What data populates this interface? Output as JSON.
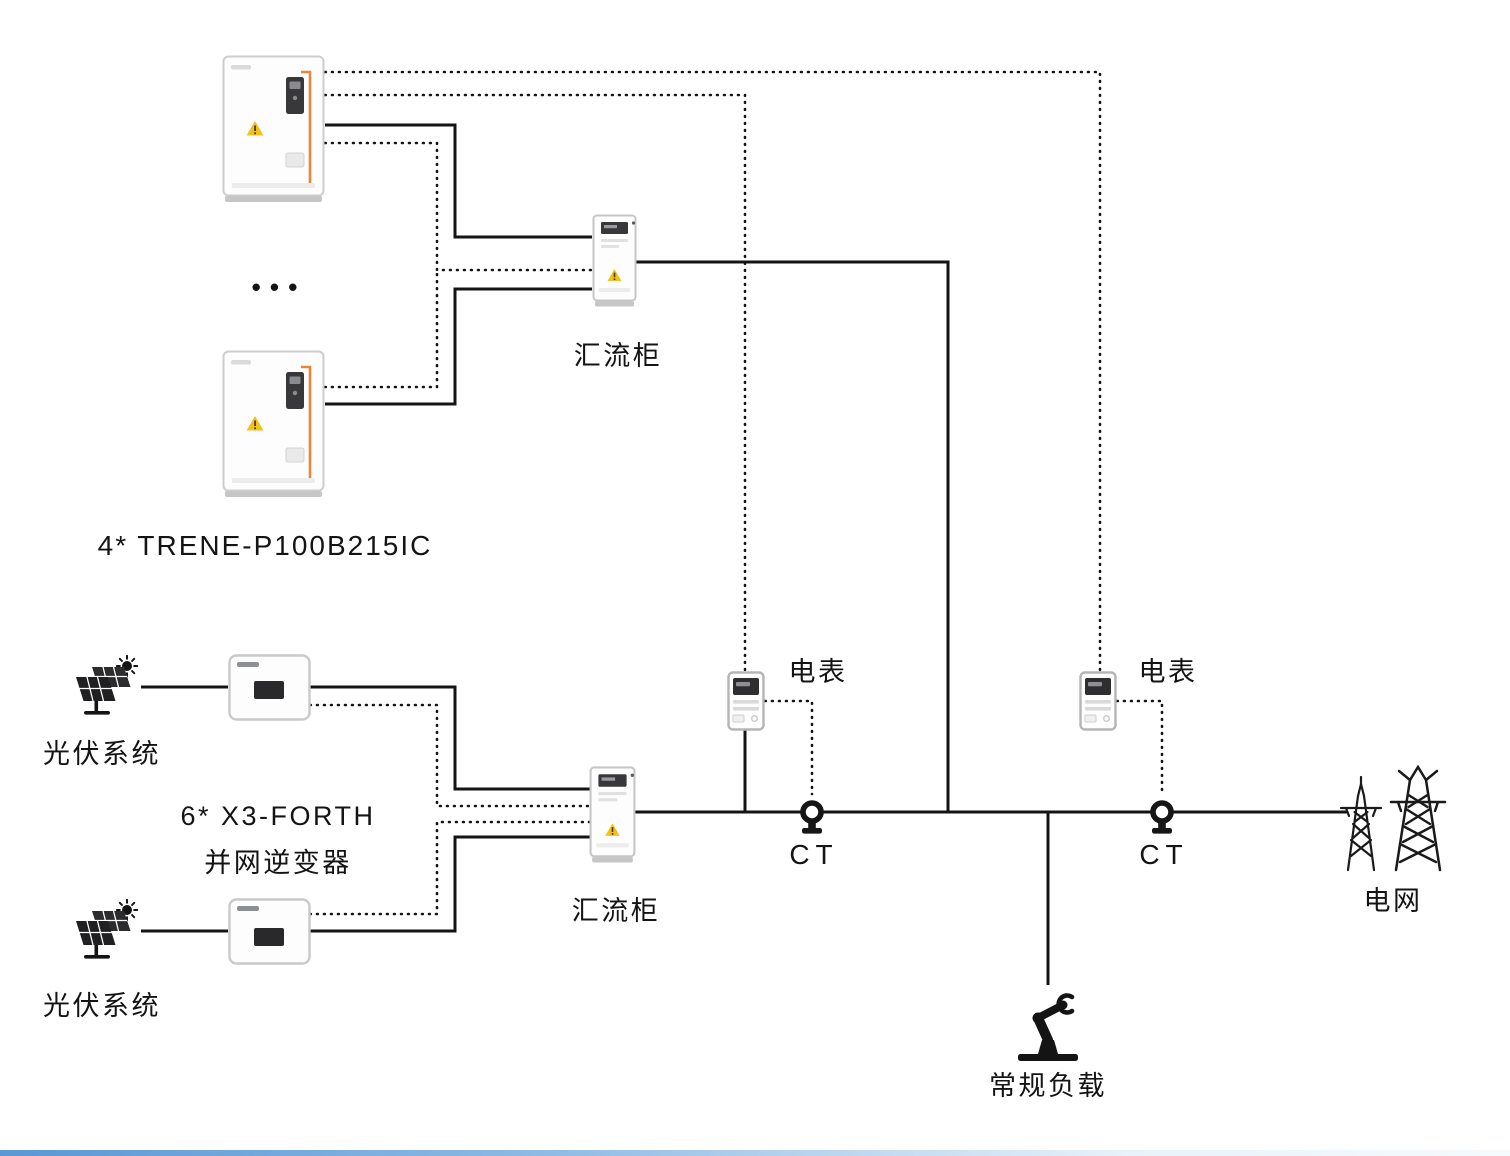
{
  "labels": {
    "battery_group": "4* TRENE-P100B215IC",
    "battery_ellipsis": "• • •",
    "combiner_top": "汇流柜",
    "combiner_bottom": "汇流柜",
    "meter_left": "电表",
    "meter_right": "电表",
    "ct_left": "CT",
    "ct_right": "CT",
    "grid": "电网",
    "pv_top": "光伏系统",
    "pv_bottom": "光伏系统",
    "inverter_group_line1": "6* X3-FORTH",
    "inverter_group_line2": "并网逆变器",
    "load": "常规负载"
  },
  "icons": {
    "battery_cabinet": "ess-cabinet-icon",
    "combiner": "combiner-cabinet-icon",
    "meter": "energy-meter-icon",
    "ct": "ct-clamp-icon",
    "pv": "solar-panel-icon",
    "inverter": "inverter-icon",
    "grid": "transmission-tower-icon",
    "load": "robot-arm-icon"
  },
  "colors": {
    "wire": "#141414",
    "label_text": "#141414",
    "accent_orange": "#e8873b",
    "warning_yellow": "#f2c11e",
    "device_border": "#c9c9c9",
    "device_fill": "#fdfdfd",
    "panel_dark": "#333335",
    "footer_left": "#5b97d4",
    "footer_right": "#e9f2fa"
  }
}
